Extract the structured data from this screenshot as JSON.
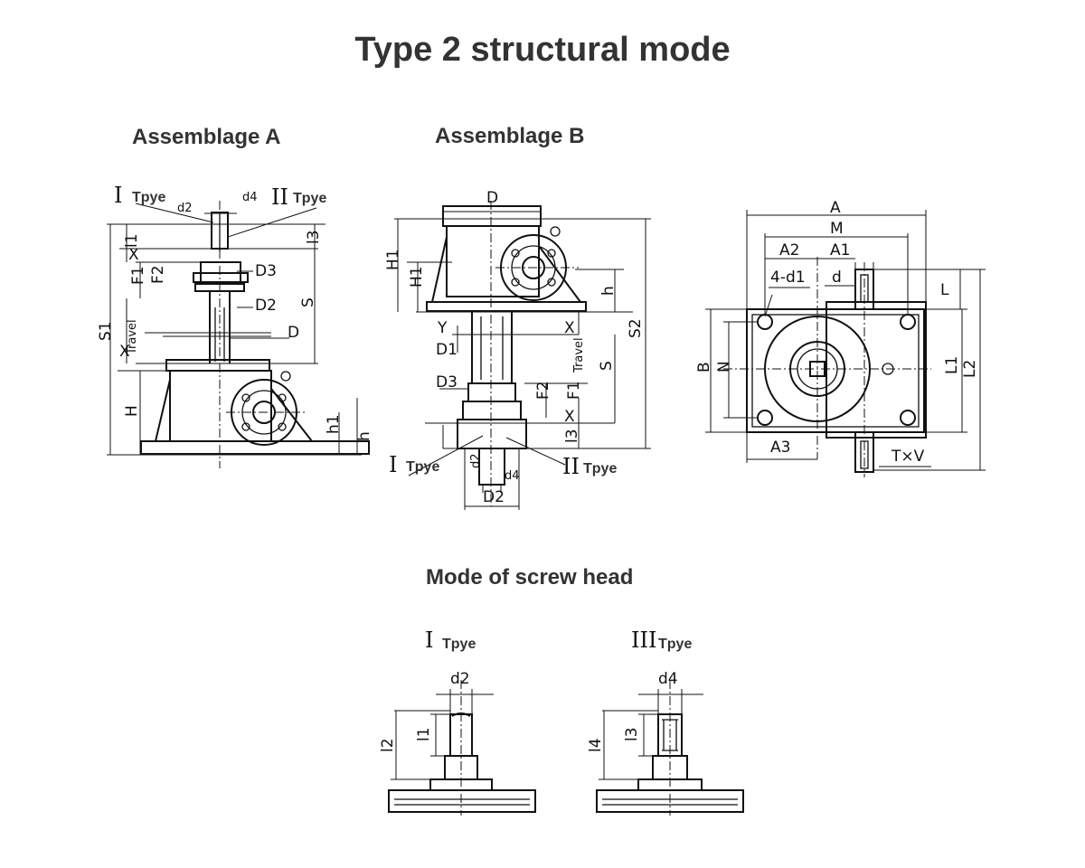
{
  "title": "Type 2 structural mode",
  "sections": {
    "assemblage_a": "Assemblage A",
    "assemblage_b": "Assemblage B",
    "screw_head": "Mode of screw head"
  },
  "type_labels": {
    "roman_1": "I",
    "roman_2": "II",
    "roman_3": "III",
    "tpye": "Tpye"
  },
  "dimensions_a": {
    "d2": "d2",
    "d4": "d4",
    "l1": "l1",
    "l3": "l3",
    "X": "X",
    "F1": "F1",
    "F2": "F2",
    "D3": "D3",
    "D2": "D2",
    "S": "S",
    "S1": "S1",
    "travel": "Travel",
    "D": "D",
    "H": "H",
    "h1": "h1",
    "h": "h"
  },
  "dimensions_b": {
    "D": "D",
    "H1": "H1",
    "h1": "H1",
    "h": "h",
    "Y": "Y",
    "X": "X",
    "D1": "D1",
    "S2": "S2",
    "travel": "Travel",
    "S": "S",
    "D3": "D3",
    "F2": "F2",
    "F1": "F1",
    "l3": "l3",
    "d2": "d2",
    "d4": "d4",
    "D2": "D2"
  },
  "dimensions_plan": {
    "A": "A",
    "M": "M",
    "A2": "A2",
    "A1": "A1",
    "hole": "4-d1",
    "d": "d",
    "L": "L",
    "B": "B",
    "N": "N",
    "L1": "L1",
    "L2": "L2",
    "A3": "A3",
    "key": "T×V"
  },
  "dimensions_head": {
    "d2": "d2",
    "l1": "l1",
    "l2": "l2",
    "d4": "d4",
    "l3": "l3",
    "l4": "l4"
  }
}
